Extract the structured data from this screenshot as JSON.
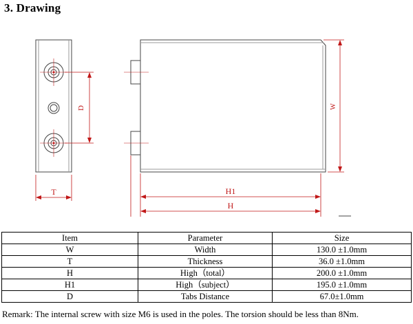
{
  "heading": "3. Drawing",
  "drawing": {
    "dim_t": "T",
    "dim_d": "D",
    "dim_w": "W",
    "dim_h1": "H1",
    "dim_h": "H"
  },
  "table": {
    "headers": {
      "item": "Item",
      "parameter": "Parameter",
      "size": "Size"
    },
    "rows": [
      {
        "item": "W",
        "parameter": "Width",
        "size": "130.0 ±1.0mm"
      },
      {
        "item": "T",
        "parameter": "Thickness",
        "size": "36.0 ±1.0mm"
      },
      {
        "item": "H",
        "parameter": "High（total）",
        "size": "200.0 ±1.0mm"
      },
      {
        "item": "H1",
        "parameter": "High（subject）",
        "size": "195.0 ±1.0mm"
      },
      {
        "item": "D",
        "parameter": "Tabs Distance",
        "size": "67.0±1.0mm"
      }
    ]
  },
  "remark": "Remark: The internal screw with size M6 is used in the poles. The torsion should be less than 8Nm.",
  "colors": {
    "dimension": "#c01818",
    "outline": "#444444"
  }
}
